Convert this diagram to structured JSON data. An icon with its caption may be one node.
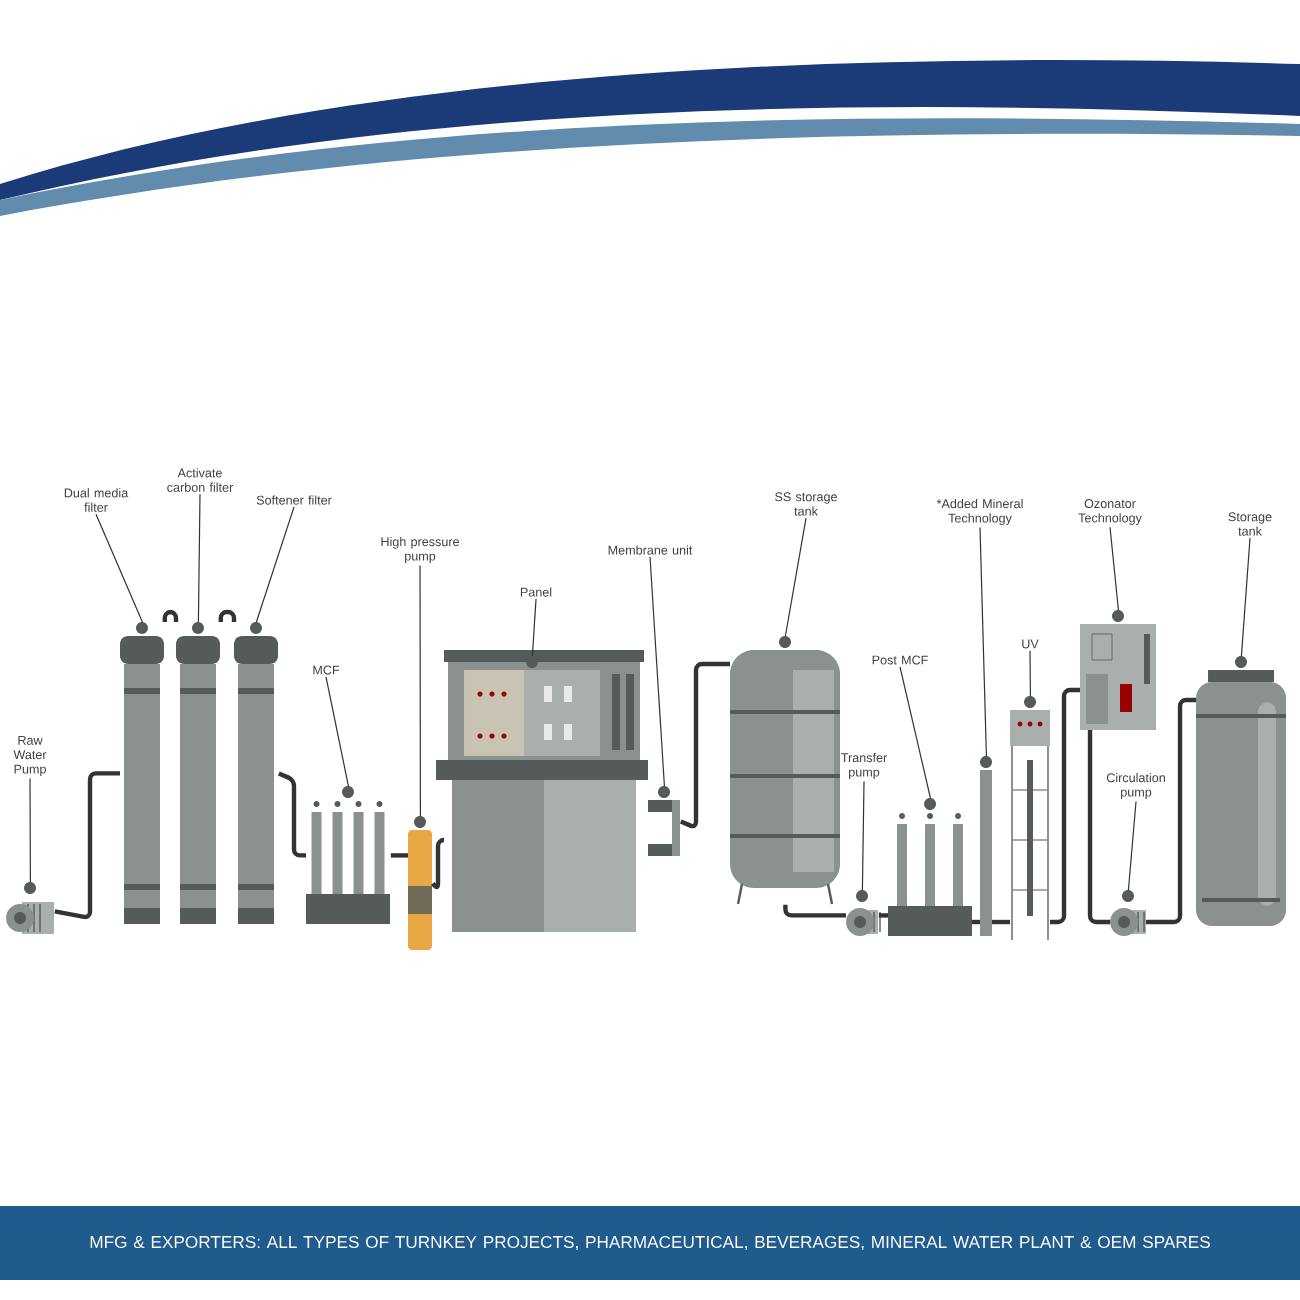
{
  "diagram": {
    "nodes": [
      {
        "text": [
          "Raw Water Pump"
        ]
      },
      {
        "text": [
          "Dual media filter"
        ]
      },
      {
        "text": [
          "Activate carbon filter"
        ]
      },
      {
        "text": [
          "Softener filter"
        ]
      },
      {
        "text": [
          "MCF"
        ]
      },
      {
        "text": [
          "High pressure pump"
        ]
      },
      {
        "text": [
          "Panel"
        ]
      },
      {
        "text": [
          "Membrane unit"
        ]
      },
      {
        "text": [
          "SS storage tank"
        ]
      },
      {
        "text": [
          "Transfer pump"
        ]
      },
      {
        "text": [
          "Post MCF"
        ]
      },
      {
        "text": [
          "*Added Mineral Technology"
        ]
      },
      {
        "text": [
          "UV"
        ]
      },
      {
        "text": [
          "Ozonator Technology"
        ]
      },
      {
        "text": [
          "Circulation pump"
        ]
      },
      {
        "text": [
          "Storage tank"
        ]
      },
      {
        "text": [],
        "shape": "picture"
      },
      {
        "text": [],
        "shape": "picture"
      },
      {
        "text": [],
        "shape": "picture"
      },
      {
        "text": [],
        "shape": "picture"
      },
      {
        "text": [],
        "shape": "picture"
      },
      {
        "text": [],
        "shape": "picture"
      },
      {
        "text": [],
        "shape": "picture"
      },
      {
        "text": [],
        "shape": "picture",
        "in": 22
      },
      {
        "text": [],
        "shape": "picture"
      },
      {
        "text": [],
        "shape": "picture"
      },
      {
        "text": [],
        "shape": "picture"
      },
      {
        "text": [],
        "shape": "picture"
      },
      {
        "text": [],
        "shape": "picture"
      },
      {
        "text": [],
        "shape": "picture"
      },
      {
        "text": [],
        "shape": "picture"
      },
      {
        "text": [],
        "shape": "picture"
      },
      {
        "text": [],
        "shape": "picture"
      }
    ],
    "edges": [
      {
        "from": 0,
        "to": 16,
        "arrow": "none"
      },
      {
        "from": 1,
        "to": 17,
        "arrow": "none"
      },
      {
        "from": 2,
        "to": 18,
        "arrow": "none"
      },
      {
        "from": 3,
        "to": 19,
        "arrow": "none"
      },
      {
        "from": 4,
        "to": 20,
        "arrow": "none"
      },
      {
        "from": 5,
        "to": 21,
        "arrow": "none"
      },
      {
        "from": 6,
        "to": 23,
        "arrow": "none"
      },
      {
        "from": 7,
        "to": 24,
        "arrow": "none"
      },
      {
        "from": 8,
        "to": 25,
        "arrow": "none"
      },
      {
        "from": 9,
        "to": 26,
        "arrow": "none"
      },
      {
        "from": 10,
        "to": 27,
        "arrow": "none"
      },
      {
        "from": 11,
        "to": 28,
        "arrow": "none"
      },
      {
        "from": 12,
        "to": 29,
        "arrow": "none"
      },
      {
        "from": 13,
        "to": 30,
        "arrow": "none"
      },
      {
        "from": 14,
        "to": 31,
        "arrow": "none"
      },
      {
        "from": 15,
        "to": 32,
        "arrow": "none"
      },
      {
        "from": 16,
        "to": 17,
        "arrow": "none",
        "style": "thick"
      },
      {
        "from": 17,
        "to": 18,
        "arrow": "none",
        "style": "thick"
      },
      {
        "from": 18,
        "to": 19,
        "arrow": "none",
        "style": "thick"
      },
      {
        "from": 19,
        "to": 20,
        "arrow": "none",
        "style": "thick"
      },
      {
        "from": 20,
        "to": 21,
        "arrow": "none",
        "style": "thick"
      },
      {
        "from": 21,
        "to": 22,
        "arrow": "none",
        "style": "thick"
      },
      {
        "from": 24,
        "to": 25,
        "arrow": "none",
        "style": "thick"
      },
      {
        "from": 25,
        "to": 26,
        "arrow": "none",
        "style": "thick"
      },
      {
        "from": 26,
        "to": 27,
        "arrow": "none",
        "style": "thick"
      },
      {
        "from": 27,
        "to": 28,
        "arrow": "none",
        "style": "thick"
      },
      {
        "from": 28,
        "to": 29,
        "arrow": "none",
        "style": "thick"
      },
      {
        "from": 29,
        "to": 30,
        "arrow": "none",
        "style": "thick"
      },
      {
        "from": 30,
        "to": 31,
        "arrow": "none",
        "style": "thick"
      },
      {
        "from": 31,
        "to": 32,
        "arrow": "none",
        "style": "thick"
      }
    ],
    "labels": [
      "MFG & EXPORTERS: ALL TYPES OF TURNKEY PROJECTS, PHARMACEUTICAL, BEVERAGES, MINERAL WATER PLANT & OEM SPARES"
    ]
  }
}
